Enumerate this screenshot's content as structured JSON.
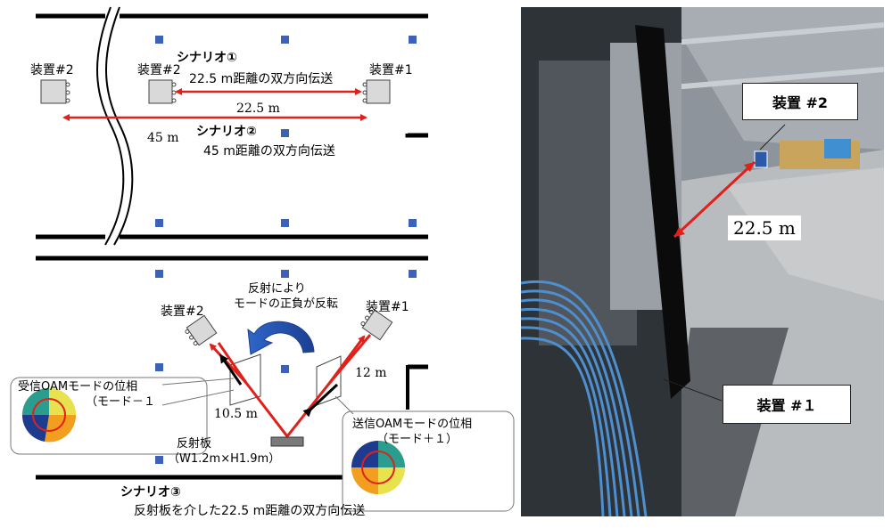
{
  "scenario1": {
    "device2_far": "装置#2",
    "device2_near": "装置#2",
    "device1": "装置#1",
    "title": "シナリオ①",
    "desc": "22.5 m距離の双方向伝送",
    "dist": "22.5 m"
  },
  "scenario2": {
    "dist": "45 m",
    "title": "シナリオ②",
    "desc": "45 m距離の双方向伝送"
  },
  "scenario3": {
    "device2": "装置#2",
    "device1": "装置#1",
    "reflection_note_1": "反射により",
    "reflection_note_2": "モードの正負が反転",
    "rx_phase_label": "受信OAMモードの位相",
    "rx_mode": "（モード－１",
    "tx_phase_label": "送信OAMモードの位相",
    "tx_mode": "（モード＋１）",
    "dist_left": "10.5 m",
    "dist_right": "12 m",
    "reflector_1": "反射板",
    "reflector_2": "（W1.2m×H1.9m）",
    "title": "シナリオ③",
    "desc": "反射板を介した22.5 m距離の双方向伝送"
  },
  "photo": {
    "device2": "装置 #2",
    "distance": "22.5 m",
    "device1": "装置 #１"
  },
  "colors": {
    "beam": "#e0201a",
    "marker": "#3b62b8",
    "wall": "#000000"
  }
}
